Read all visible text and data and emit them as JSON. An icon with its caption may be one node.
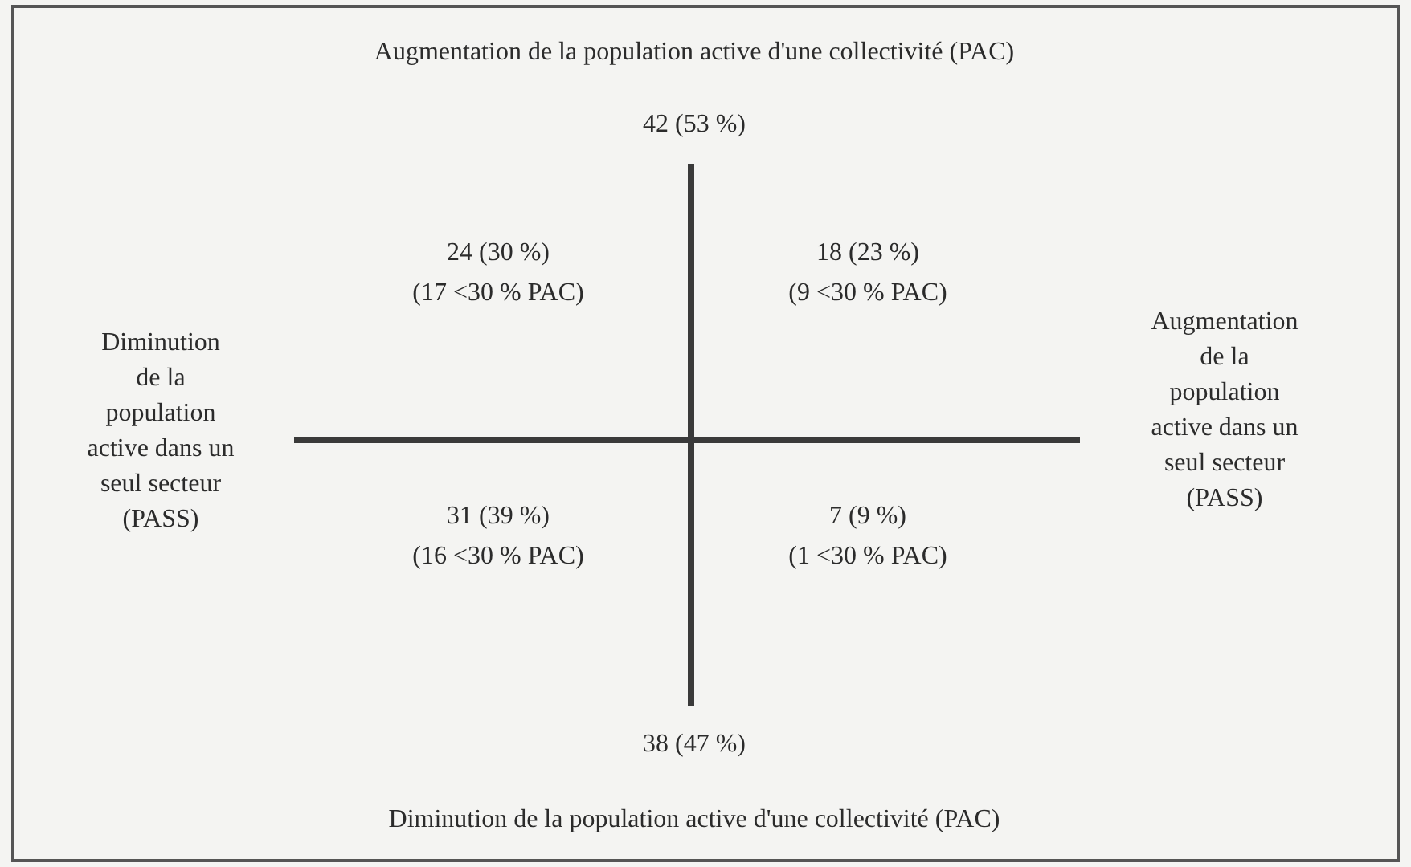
{
  "diagram": {
    "labels": [
      "Augmentation de la population active d'une collectivité (PAC)",
      "42 (53 %)",
      "24 (30 %)",
      "18 (23 %)",
      "(17 <30 % PAC)",
      "(9 <30 % PAC)",
      "Diminution de la population active dans un seul secteur (PASS)",
      "Augmentation de la population active dans un seul secteur (PASS)",
      "31 (39 %)",
      "7 (9 %)",
      "(16 <30 % PAC)",
      "(1 <30 % PAC)",
      "38 (47 %)",
      "Diminution de la population active d'une collectivité (PAC)"
    ]
  }
}
